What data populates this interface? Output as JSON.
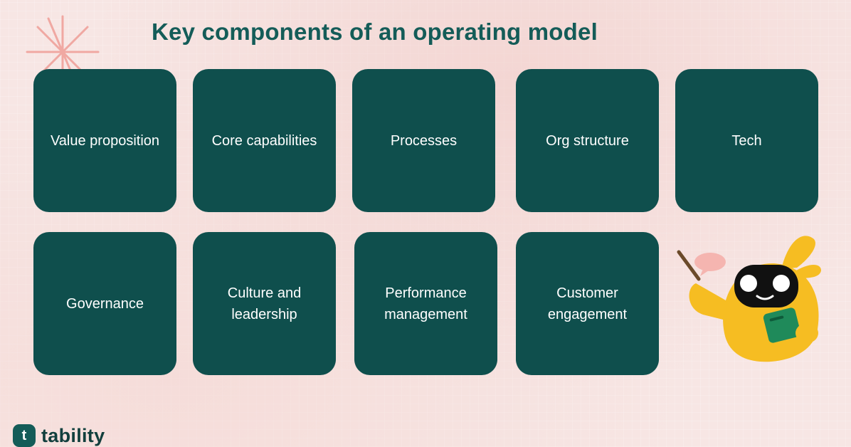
{
  "title": "Key components of an operating model",
  "components_row1": [
    "Value proposition",
    "Core capabilities",
    "Processes",
    "Org structure",
    "Tech"
  ],
  "components_row2": [
    "Governance",
    "Culture and leadership",
    "Performance management",
    "Customer engagement"
  ],
  "brand": {
    "name": "tability",
    "logo_letter": "t"
  },
  "colors": {
    "card": "#0f4f4d",
    "title": "#145c58",
    "background": "#f7e6e4",
    "mascot": "#f6bd22",
    "sparkle": "#f0a8a2"
  },
  "icons": {
    "sparkle": "sparkle-icon",
    "mascot": "robot-mascot-icon",
    "logo": "tability-logo-icon"
  }
}
